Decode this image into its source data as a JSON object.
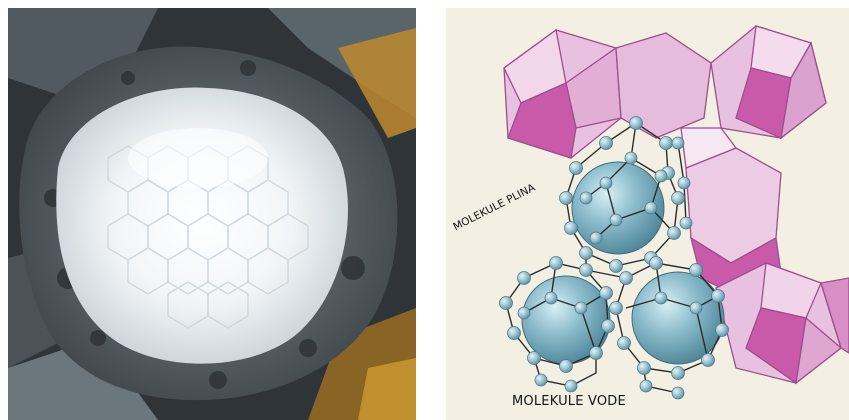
{
  "photo": {
    "subject": "methane hydrate sample"
  },
  "diagram": {
    "labels": {
      "gas_molecules": "MOLEKULE PLINA",
      "water_molecules": "MOLEKULE VODE"
    },
    "colors": {
      "cage_face": "#e9c1e0",
      "cage_face_dark": "#c85aa9",
      "cage_edge": "#9b4f8c",
      "gas_sphere": "#7fb3c4",
      "water_node": "#9cc3d1",
      "bond": "#2b2b2b",
      "background": "#f3efe3"
    }
  }
}
